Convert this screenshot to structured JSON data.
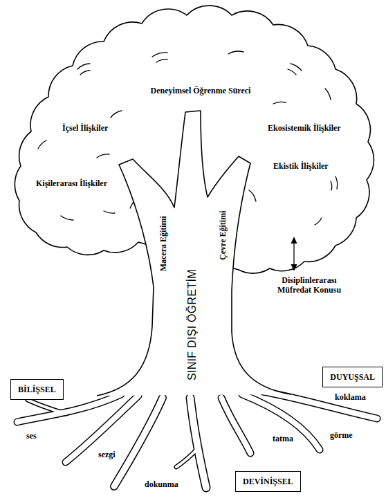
{
  "diagram": {
    "nodes": [
      {
        "text": [
          "BİLİŞSEL"
        ]
      },
      {
        "text": [
          "DUYUŞSAL"
        ]
      },
      {
        "text": [
          "DEVİNİŞSEL"
        ]
      }
    ],
    "labels": [
      "Deneyimsel Öğrenme Süreci",
      "İçsel İlişkiler",
      "Ekosistemik İlişkiler",
      "Kişilerarası İlişkiler",
      "Ekistik İlişkiler",
      "Macera Eğitimi",
      "Çevre Eğitimi",
      "Disiplinlerarası Müfredat Konusu",
      "SINIF DIŞI ÖĞRETİM",
      "koklama",
      "ses",
      "görme",
      "tatma",
      "sezgi",
      "dokunma"
    ]
  }
}
